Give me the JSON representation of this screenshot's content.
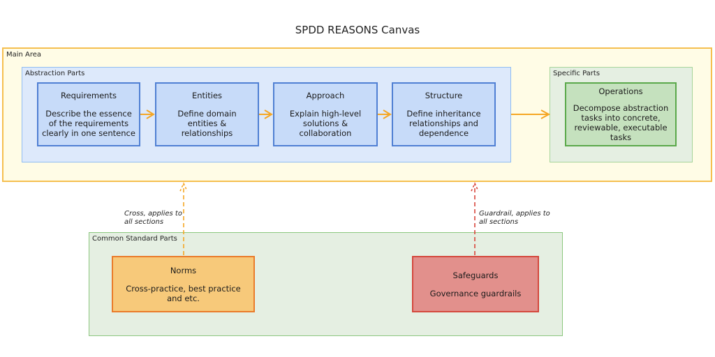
{
  "title": "SPDD REASONS Canvas",
  "main_area": {
    "label": "Main Area",
    "abstraction_parts": {
      "label": "Abstraction Parts",
      "nodes": [
        {
          "title": "Requirements",
          "description": "Describe the essence of the requirements clearly in one sentence"
        },
        {
          "title": "Entities",
          "description": "Define domain entities & relationships"
        },
        {
          "title": "Approach",
          "description": "Explain high-level solutions & collaboration"
        },
        {
          "title": "Structure",
          "description": "Define inheritance relationships and dependence"
        }
      ]
    },
    "specific_parts": {
      "label": "Specific Parts",
      "nodes": [
        {
          "title": "Operations",
          "description": "Decompose abstraction tasks into concrete, reviewable, executable tasks"
        }
      ]
    }
  },
  "common_standard_parts": {
    "label": "Common Standard Parts",
    "nodes": [
      {
        "title": "Norms",
        "description": "Cross-practice, best practice and etc."
      },
      {
        "title": "Safeguards",
        "description": "Governance guardrails"
      }
    ]
  },
  "edges": [
    {
      "from": "Requirements",
      "to": "Entities",
      "style": "solid",
      "color": "#f5a623"
    },
    {
      "from": "Entities",
      "to": "Approach",
      "style": "solid",
      "color": "#f5a623"
    },
    {
      "from": "Approach",
      "to": "Structure",
      "style": "solid",
      "color": "#f5a623"
    },
    {
      "from": "Abstraction Parts",
      "to": "Specific Parts",
      "style": "solid",
      "color": "#f5a623"
    },
    {
      "from": "Norms",
      "to": "Main Area",
      "style": "dashed",
      "color": "#f5a623",
      "label": "Cross, applies to all sections"
    },
    {
      "from": "Safeguards",
      "to": "Main Area",
      "style": "dashed",
      "color": "#d9443a",
      "label": "Guardrail, applies to all sections"
    }
  ],
  "colors": {
    "main_area_border": "#f5bf4f",
    "main_area_fill": "#fffce6",
    "abstraction_fill": "#dde9fb",
    "abstraction_node_fill": "#c7dbf9",
    "abstraction_node_border": "#4f7fd3",
    "specific_node_fill": "#c5e1be",
    "specific_node_border": "#5aa84a",
    "norms_fill": "#f7c97a",
    "norms_border": "#ea7b2a",
    "safeguards_fill": "#e2908c",
    "safeguards_border": "#d4483d"
  }
}
